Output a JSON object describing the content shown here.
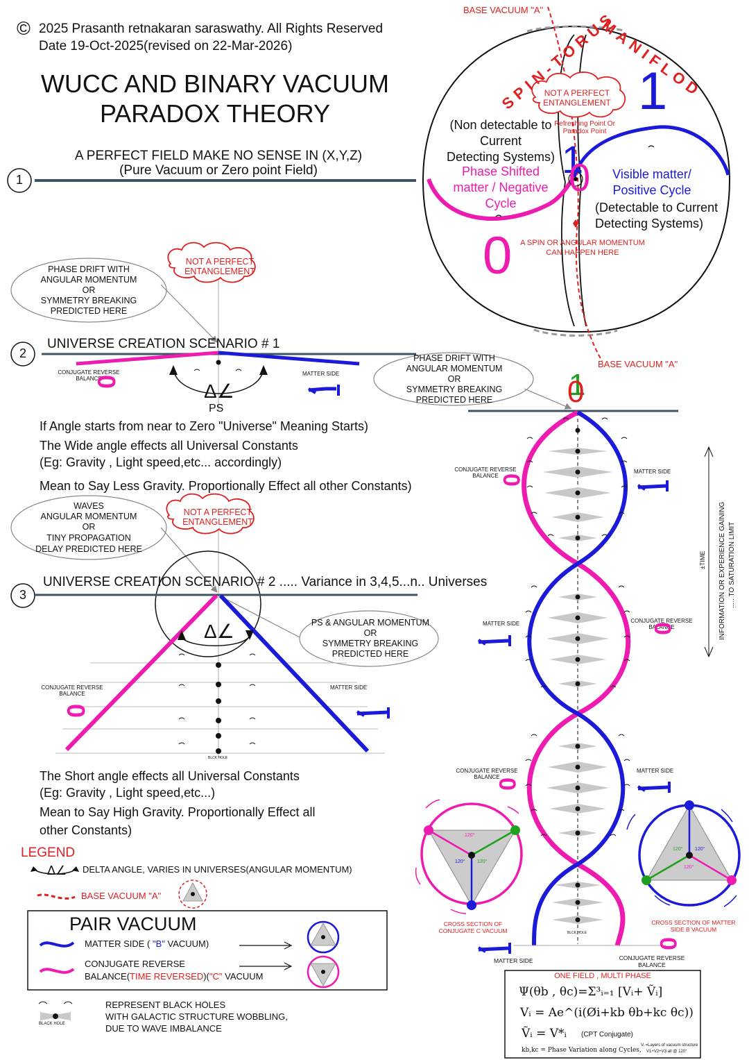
{
  "header": {
    "copyright_symbol": "©",
    "copyright": "2025 Prasanth retnakaran saraswathy. All Rights Reserved",
    "date": "Date 19-Oct-2025(revised on 22-Mar-2026)",
    "title_line1": "WUCC AND BINARY VACUUM",
    "title_line2": "PARADOX THEORY"
  },
  "section1": {
    "number": "1",
    "line1": "A PERFECT FIELD MAKE NO SENSE IN (X,Y,Z)",
    "line2": "(Pure Vacuum or Zero point Field)"
  },
  "torus": {
    "manifold_label_left": "SPIN-TORUS",
    "manifold_label_right": "MANIFLOD",
    "base_vacuum_top": "BASE VACUUM \"A\"",
    "base_vacuum_bottom": "BASE VACUUM \"A\"",
    "not_perfect": "NOT A PERFECT ENTANGLEMENT",
    "refreshing": "Refreshing Point Or Paradox Point",
    "non_detectable_1": "(Non detectable to",
    "non_detectable_2": "Current",
    "non_detectable_3": "Detecting Systems)",
    "phase_shifted_1": "Phase Shifted",
    "phase_shifted_2": "matter / Negative",
    "phase_shifted_3": "Cycle",
    "visible_1": "Visible matter/",
    "visible_2": "Positive Cycle",
    "detectable_1": "(Detectable to Current",
    "detectable_2": "Detecting Systems)",
    "spin_note_1": "A SPIN OR ANGULAR MOMENTUM",
    "spin_note_2": "CAN HAPPEN HERE",
    "digit_one": "1",
    "digit_zero": "0",
    "center_one": "1",
    "center_zero": "0"
  },
  "section2": {
    "number": "2",
    "heading": "UNIVERSE CREATION SCENARIO # 1",
    "bubble_1": "PHASE DRIFT WITH",
    "bubble_2": "ANGULAR MOMENTUM",
    "bubble_3": "OR",
    "bubble_4": "SYMMETRY BREAKING",
    "bubble_5": "PREDICTED HERE",
    "cloud": "NOT A PERFECT ENTANGLEMENT",
    "conj_label": "CONJUGATE REVERSE BALANCE",
    "matter_label": "MATTER SIDE",
    "delta": "Δ∠",
    "ps": "PS",
    "zero": "0",
    "one": "1",
    "text_1": "If  Angle starts from near to Zero \"Universe\" Meaning Starts)",
    "text_2": "The Wide angle effects all Universal Constants",
    "text_3": "(Eg: Gravity , Light speed,etc... accordingly)",
    "text_4": "Mean to Say Less Gravity.  Proportionally Effect all other Constants)"
  },
  "helix": {
    "top_bubble_1": "PHASE DRIFT WITH",
    "top_bubble_2": "ANGULAR MOMENTUM",
    "top_bubble_3": "OR",
    "top_bubble_4": "SYMMETRY BREAKING",
    "top_bubble_5": "PREDICTED HERE",
    "top_one": "1",
    "top_zero": "0",
    "conj_label": "CONJUGATE REVERSE BALANCE",
    "matter_label": "MATTER SIDE",
    "time_label": "±TIME",
    "info_label_1": "INFORMATION OR EXPERIENCE GAINING",
    "info_label_2": "..... TO SATURATION LIMIT",
    "cross_c_1": "CROSS SECTION OF",
    "cross_c_2": "CONJUGATE C VACUUM",
    "cross_b_1": "CROSS SECTION OF MATTER",
    "cross_b_2": "SIDE B VACUUM",
    "angle": "120°",
    "black_hole": "BLCK HOLE",
    "bottom_matter": "MATTER SIDE",
    "bottom_conj": "CONJUGATE REVERSE BALANCE"
  },
  "section3": {
    "number": "3",
    "heading": "UNIVERSE CREATION SCENARIO # 2 .....  Variance in 3,4,5...n.. Universes",
    "bubble_1": "WAVES",
    "bubble_2": "ANGULAR MOMENTUM",
    "bubble_3": "OR",
    "bubble_4": "TINY PROPAGATION",
    "bubble_5": "DELAY PREDICTED HERE",
    "cloud": "NOT A PERFECT ENTANGLEMENT",
    "ps_bubble_1": "PS & ANGULAR MOMENTUM",
    "ps_bubble_2": "OR",
    "ps_bubble_3": "SYMMETRY BREAKING",
    "ps_bubble_4": "PREDICTED HERE",
    "conj_label": "CONJUGATE REVERSE BALANCE",
    "matter_label": "MATTER SIDE",
    "delta": "Δ∠",
    "black_hole": "BLCK HOLE",
    "text_1": "The Short angle effects all Universal Constants",
    "text_2": "(Eg: Gravity , Light speed,etc...)",
    "text_3": "Mean to Say High Gravity.  Proportionally Effect all",
    "text_4": "other Constants)"
  },
  "legend": {
    "title": "LEGEND",
    "delta_item": "DELTA ANGLE, VARIES IN UNIVERSES(ANGULAR MOMENTUM)",
    "base_item": "BASE VACUUM \"A\"",
    "pair_title": "PAIR VACUUM",
    "matter_item_a": "MATTER SIDE ( ",
    "matter_item_b": "\"B\"",
    "matter_item_c": " VACUUM)",
    "conj_item_line1": "CONJUGATE  REVERSE",
    "conj_item_line2a": "BALANCE(",
    "conj_item_line2b": "TIME REVERSED",
    "conj_item_line2c": ")(",
    "conj_item_line2d": "\"C\"",
    "conj_item_line2e": " VACUUM",
    "bh_line1": "REPRESENT BLACK HOLES",
    "bh_line2": "WITH GALACTIC STRUCTURE WOBBLING,",
    "bh_line3": "DUE TO WAVE IMBALANCE",
    "bh_icon_label": "BLACK HOLE"
  },
  "formula": {
    "title": "ONE FIELD , MULTI PHASE",
    "eq1": "Ψ(θb , θc)=Σ³ᵢ₌₁ [Vᵢ+ Ṽᵢ]",
    "eq2": "Vᵢ =  Ae^(i(Øi+kb θb+kc θc))",
    "eq3a": "Ṽᵢ =  V*ᵢ",
    "eq3b": "(CPT Conjugate)",
    "foot1": "kb,kc = Phase Variation along Cycles,",
    "foot2": "Vᵢ =Layers of vacuum structure",
    "foot3": "V1+V2+V3 all @ 120°"
  },
  "colors": {
    "matter": "#1a1ad8",
    "conjugate": "#ee1bb0",
    "accent": "#e02020",
    "line": "#3f5462"
  }
}
